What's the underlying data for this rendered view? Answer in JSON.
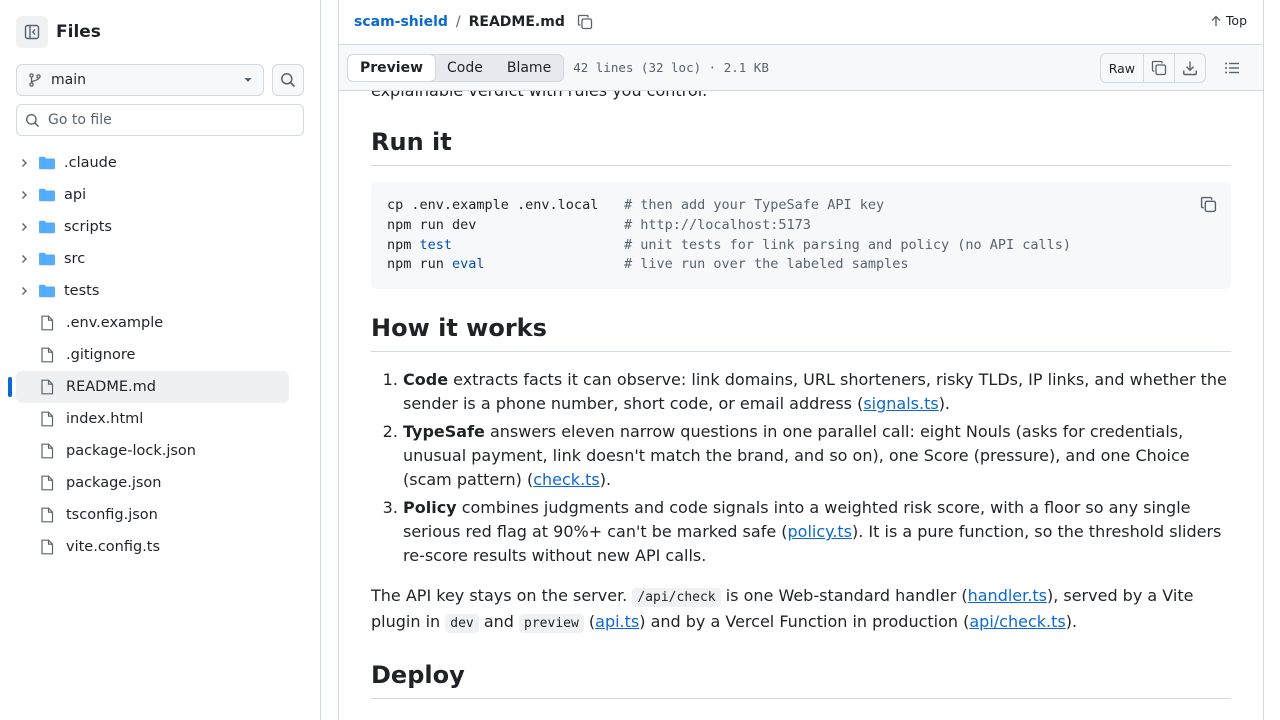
{
  "sidebar": {
    "title": "Files",
    "branch": "main",
    "goto_placeholder": "Go to file",
    "folders": [
      ".claude",
      "api",
      "scripts",
      "src",
      "tests"
    ],
    "files": [
      ".env.example",
      ".gitignore",
      "README.md",
      "index.html",
      "package-lock.json",
      "package.json",
      "tsconfig.json",
      "vite.config.ts"
    ],
    "active_file": "README.md"
  },
  "header": {
    "repo": "scam-shield",
    "sep": "/",
    "file": "README.md",
    "top_label": "Top"
  },
  "toolbar": {
    "tabs": [
      "Preview",
      "Code",
      "Blame"
    ],
    "selected_tab": "Preview",
    "file_info": "42 lines (32 loc) · 2.1 KB",
    "raw_label": "Raw"
  },
  "readme": {
    "intro_tail": "explainable verdict with rules you control.",
    "run_heading": "Run it",
    "code_lines": [
      {
        "cmd": "cp .env.example .env.local",
        "comment": "# then add your TypeSafe API key"
      },
      {
        "cmd_pre": "npm run dev",
        "comment": "# http://localhost:5173"
      },
      {
        "cmd_pre": "npm ",
        "cmd_kw": "test",
        "comment": "# unit tests for link parsing and policy (no API calls)"
      },
      {
        "cmd_pre": "npm run ",
        "cmd_kw": "eval",
        "comment": "# live run over the labeled samples"
      }
    ],
    "how_heading": "How it works",
    "steps": [
      {
        "bold": "Code",
        "text": " extracts facts it can observe: link domains, URL shorteners, risky TLDs, IP links, and whether the sender is a phone number, short code, or email address (",
        "link": "signals.ts",
        "end": ")."
      },
      {
        "bold": "TypeSafe",
        "text": " answers eleven narrow questions in one parallel call: eight Nouls (asks for credentials, unusual payment, link doesn't match the brand, and so on), one Score (pressure), and one Choice (scam pattern) (",
        "link": "check.ts",
        "end": ")."
      },
      {
        "bold": "Policy",
        "text": " combines judgments and code signals into a weighted risk score, with a floor so any single serious red flag at 90%+ can't be marked safe (",
        "link": "policy.ts",
        "end": "). It is a pure function, so the threshold sliders re-score results without new API calls."
      }
    ],
    "api_para": {
      "t1": "The API key stays on the server. ",
      "c1": "/api/check",
      "t2": " is one Web-standard handler (",
      "l1": "handler.ts",
      "t3": "), served by a Vite plugin in ",
      "c2": "dev",
      "t4": " and ",
      "c3": "preview",
      "t5": " (",
      "l2": "api.ts",
      "t6": ") and by a Vercel Function in production (",
      "l3": "api/check.ts",
      "t7": ")."
    },
    "deploy_heading": "Deploy"
  }
}
